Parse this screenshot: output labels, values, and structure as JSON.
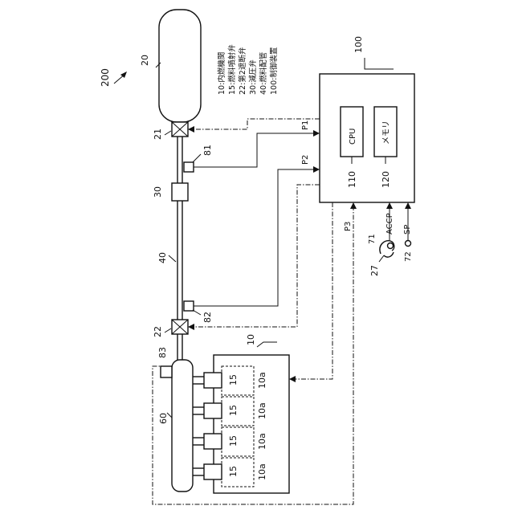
{
  "labels": {
    "system": "200",
    "tank": "20",
    "shutoff_valve_tank": "21",
    "sensor_1": "81",
    "regulator": "30",
    "pipe": "40",
    "sensor_2": "82",
    "shutoff_valve_engine": "22",
    "sensor_3": "83",
    "engine": "10",
    "rail": "60",
    "injector": "15",
    "cylinder": "10a",
    "controller": "100",
    "cpu_ref": "110",
    "memory_ref": "120",
    "cpu": "CPU",
    "memory": "メモリ",
    "signal_p1": "P1",
    "signal_p2": "P2",
    "signal_p3": "P3",
    "accp": "ACCP",
    "sp": "SP",
    "pedal": "27",
    "accel_sensor": "71",
    "speed_sensor": "72"
  },
  "legend": [
    "10:内燃機関",
    "15:燃料噴射弁",
    "22:第2遮断弁",
    "30:減圧弁",
    "40:燃料配管",
    "100:制御装置"
  ]
}
